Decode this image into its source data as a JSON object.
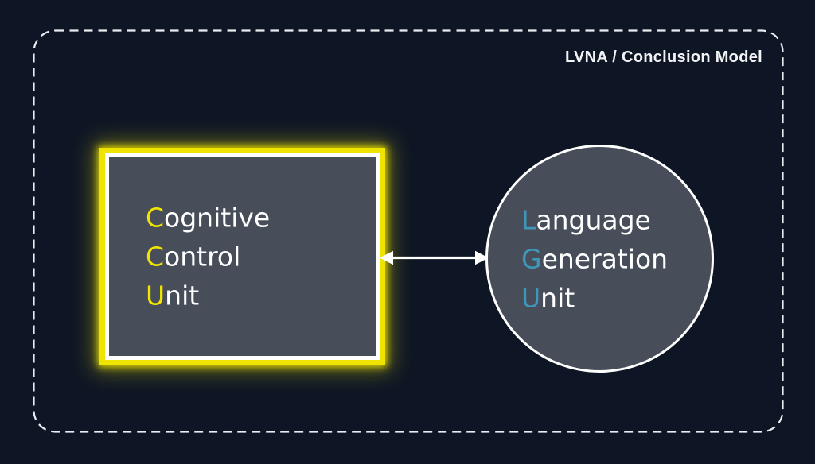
{
  "canvas": {
    "background_color": "#0e1625",
    "frame_border_color": "#e9ecf1"
  },
  "header": {
    "title": "LVNA / Conclusion Model",
    "title_color": "#f2f3f5"
  },
  "ccu_box": {
    "label": "Cognitive Control Unit",
    "lines": [
      {
        "initial": "C",
        "rest": "ognitive"
      },
      {
        "initial": "C",
        "rest": "ontrol"
      },
      {
        "initial": "U",
        "rest": "nit"
      }
    ],
    "initial_color": "#f0e400",
    "text_color": "#ffffff",
    "fill_color": "#474e59",
    "border_color": "#ffffff",
    "glow_color": "#eee400",
    "shape": "rectangle"
  },
  "lgu_circle": {
    "label": "Language Generation Unit",
    "lines": [
      {
        "initial": "L",
        "rest": "anguage"
      },
      {
        "initial": "G",
        "rest": "eneration"
      },
      {
        "initial": "U",
        "rest": "nit"
      }
    ],
    "initial_color": "#3f96b9",
    "text_color": "#ffffff",
    "fill_color": "#474e59",
    "border_color": "#ffffff",
    "shape": "circle"
  },
  "connector": {
    "type": "double-headed-arrow",
    "color": "#ffffff"
  }
}
